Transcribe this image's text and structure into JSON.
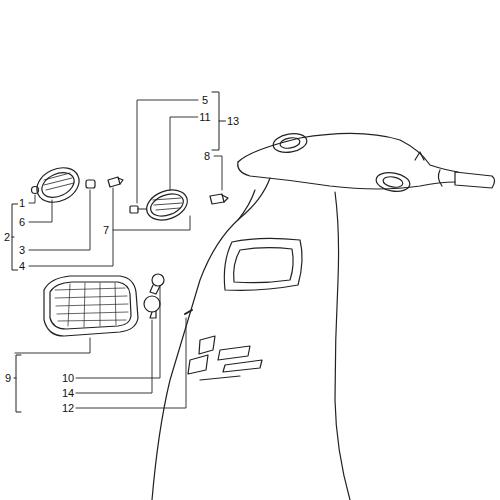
{
  "diagram": {
    "labels": [
      "5",
      "11",
      "13",
      "8",
      "7",
      "1",
      "6",
      "2",
      "3",
      "4",
      "9",
      "10",
      "14",
      "12"
    ]
  }
}
